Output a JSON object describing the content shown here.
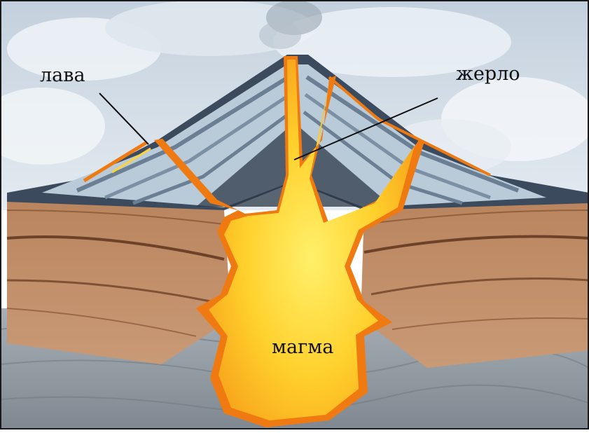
{
  "labels": {
    "lava": "лава",
    "vent": "жерло",
    "magma": "магма"
  },
  "colors": {
    "sky": "#c9d6e3",
    "cloud": "#eef3f7",
    "cone_dark": "#3c4a5e",
    "cone_light": "#b9cbd8",
    "magma_core": "#ffd23a",
    "magma_edge": "#f07a12",
    "rock_brown": "#b07854",
    "rock_grey": "#9aa2aa"
  }
}
